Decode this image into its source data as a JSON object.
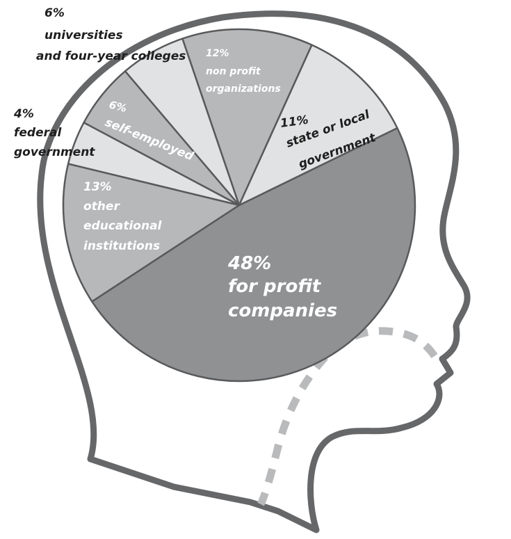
{
  "chart_data": {
    "type": "pie",
    "slices": [
      {
        "label": "for profit companies",
        "pct_text": "48%",
        "value": 48,
        "color": "#909193",
        "text_color": "#ffffff"
      },
      {
        "label": "other educational institutions",
        "pct_text": "13%",
        "value": 13,
        "color": "#b7b8ba",
        "text_color": "#ffffff"
      },
      {
        "label": "federal government",
        "pct_text": "4%",
        "value": 4,
        "color": "#e1e2e3",
        "text_color": "#1e1e1e"
      },
      {
        "label": "self-employed",
        "pct_text": "6%",
        "value": 6,
        "color": "#b7b8ba",
        "text_color": "#ffffff"
      },
      {
        "label": "universities and four-year colleges",
        "pct_text": "6%",
        "value": 6,
        "color": "#e1e2e3",
        "text_color": "#1e1e1e"
      },
      {
        "label": "non profit organizations",
        "pct_text": "12%",
        "value": 12,
        "color": "#b7b8ba",
        "text_color": "#ffffff"
      },
      {
        "label": "state or local government",
        "pct_text": "11%",
        "value": 11,
        "color": "#e1e2e3",
        "text_color": "#1e1e1e"
      }
    ],
    "label_lines": {
      "for_profit": [
        "48%",
        "for profit",
        "companies"
      ],
      "other_edu": [
        "13%",
        "other",
        "educational",
        "institutions"
      ],
      "federal": [
        "4%",
        "federal",
        "government"
      ],
      "self_employed": [
        "6%",
        "self-employed"
      ],
      "universities": [
        "6%",
        "universities",
        "and four-year colleges"
      ],
      "non_profit": [
        "12%",
        "non profit",
        "organizations"
      ],
      "state_local": [
        "11%",
        "state or local",
        "government"
      ]
    }
  },
  "colors": {
    "head_outline": "#666769",
    "neck_dash": "#b9babc",
    "pie_stroke": "#58595b"
  }
}
